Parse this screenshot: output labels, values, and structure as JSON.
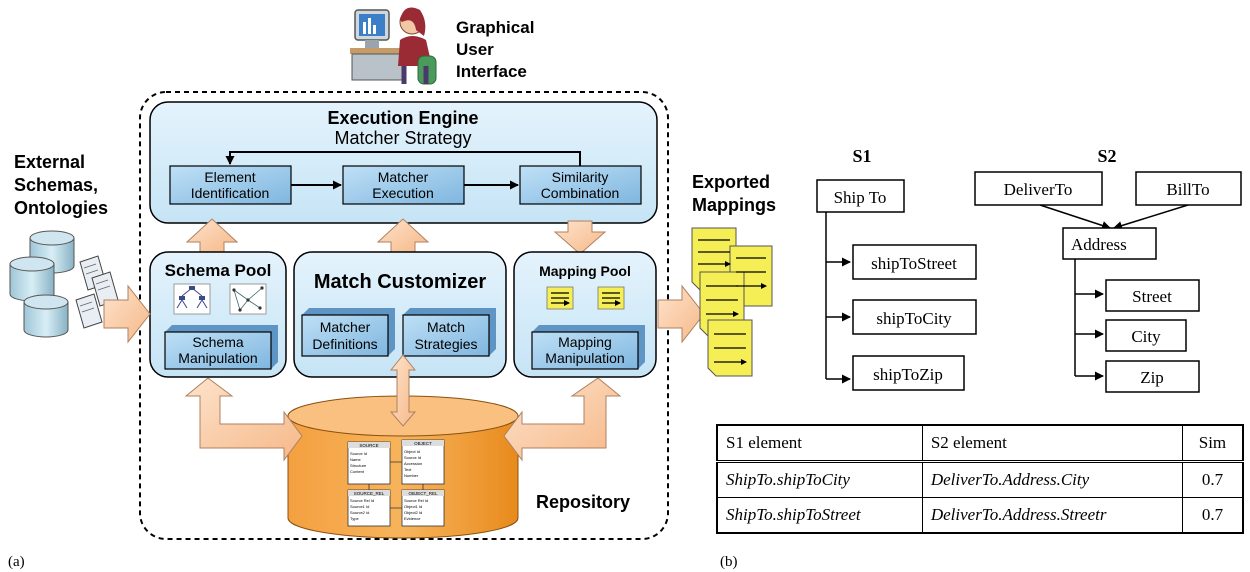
{
  "panel_a": {
    "label": "(a)",
    "gui": {
      "line1": "Graphical",
      "line2": "User",
      "line3": "Interface"
    },
    "external": {
      "line1": "External",
      "line2": "Schemas,",
      "line3": "Ontologies"
    },
    "exported": {
      "line1": "Exported",
      "line2": "Mappings"
    },
    "engine": {
      "title": "Execution Engine",
      "subtitle": "Matcher Strategy",
      "steps": [
        {
          "line1": "Element",
          "line2": "Identification"
        },
        {
          "line1": "Matcher",
          "line2": "Execution"
        },
        {
          "line1": "Similarity",
          "line2": "Combination"
        }
      ]
    },
    "schema_pool": {
      "title": "Schema Pool",
      "box1": "Schema",
      "box2": "Manipulation"
    },
    "match_customizer": {
      "title": "Match Customizer",
      "defs1": "Matcher",
      "defs2": "Definitions",
      "strat1": "Match",
      "strat2": "Strategies"
    },
    "mapping_pool": {
      "title": "Mapping Pool",
      "box1": "Mapping",
      "box2": "Manipulation"
    },
    "repository": {
      "title": "Repository",
      "tables": [
        {
          "name": "SOURCE",
          "fields": [
            "Source Id",
            "Name",
            "Structure",
            "Content"
          ]
        },
        {
          "name": "OBJECT",
          "fields": [
            "Object Id",
            "Source Id",
            "Accession",
            "Text",
            "Number"
          ]
        },
        {
          "name": "SOURCE_REL",
          "fields": [
            "Source Rel Id",
            "Source1 Id",
            "Source2 Id",
            "Type"
          ]
        },
        {
          "name": "OBJECT_REL",
          "fields": [
            "Source Rel Id",
            "Object1 Id",
            "Object2 Id",
            "Evidence"
          ]
        }
      ]
    }
  },
  "panel_b": {
    "label": "(b)",
    "s1": {
      "title": "S1",
      "root": "Ship To",
      "children": [
        "shipToStreet",
        "shipToCity",
        "shipToZip"
      ]
    },
    "s2": {
      "title": "S2",
      "roots": [
        "DeliverTo",
        "BillTo"
      ],
      "middle": "Address",
      "children": [
        "Street",
        "City",
        "Zip"
      ]
    },
    "table": {
      "headers": [
        "S1 element",
        "S2 element",
        "Sim"
      ],
      "rows": [
        [
          "ShipTo.shipToCity",
          "DeliverTo.Address.City",
          "0.7"
        ],
        [
          "ShipTo.shipToStreet",
          "DeliverTo.Address.Streetr",
          "0.7"
        ]
      ]
    }
  }
}
